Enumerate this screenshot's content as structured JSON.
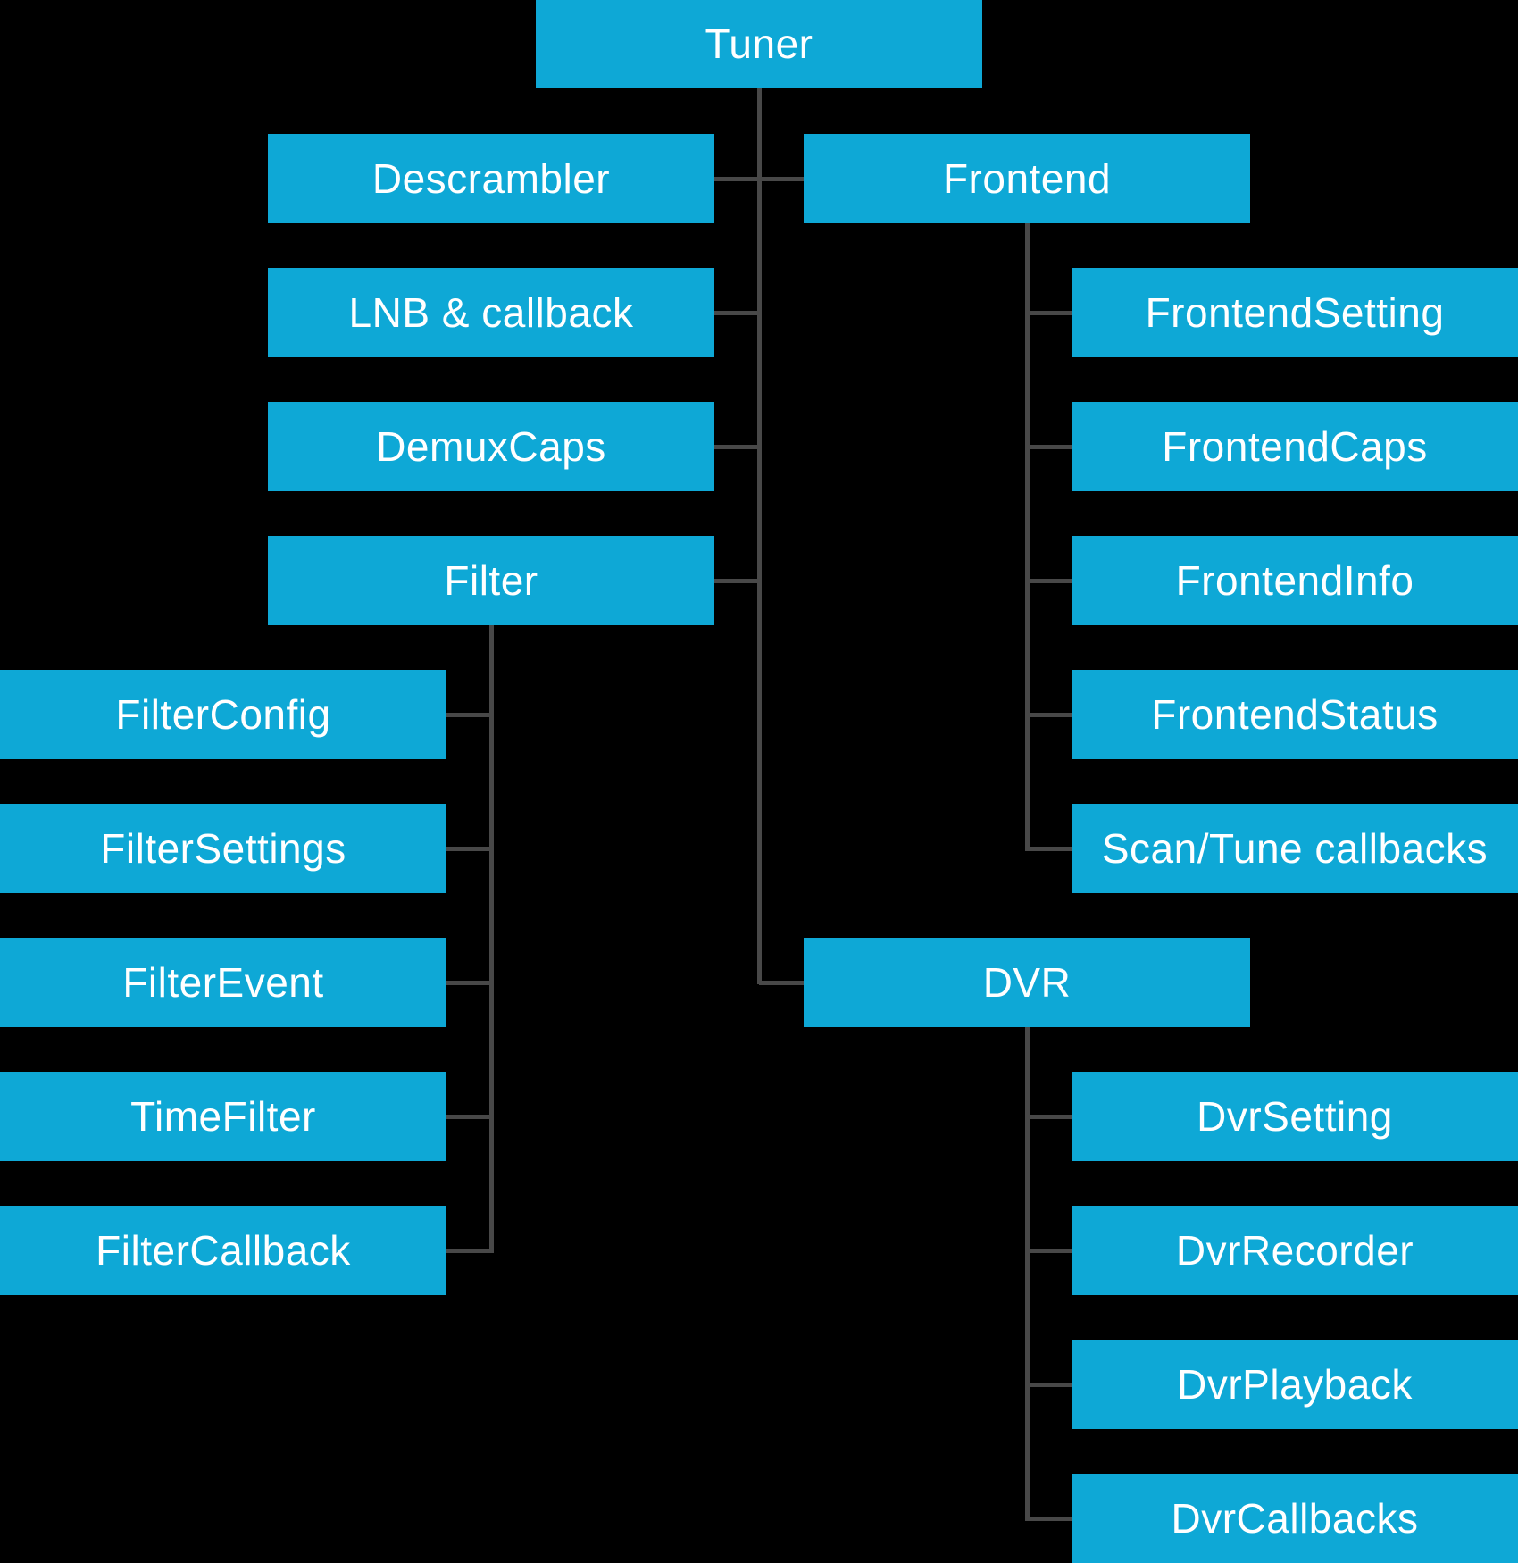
{
  "diagram": {
    "colors": {
      "background": "#000000",
      "box": "#0EA8D6",
      "line": "#484848",
      "text": "#FFFFFF"
    },
    "nodes": {
      "tuner": {
        "label": "Tuner"
      },
      "descrambler": {
        "label": "Descrambler"
      },
      "lnb_callback": {
        "label": "LNB & callback"
      },
      "demux_caps": {
        "label": "DemuxCaps"
      },
      "filter": {
        "label": "Filter"
      },
      "filter_config": {
        "label": "FilterConfig"
      },
      "filter_settings": {
        "label": "FilterSettings"
      },
      "filter_event": {
        "label": "FilterEvent"
      },
      "time_filter": {
        "label": "TimeFilter"
      },
      "filter_callback": {
        "label": "FilterCallback"
      },
      "frontend": {
        "label": "Frontend"
      },
      "frontend_setting": {
        "label": "FrontendSetting"
      },
      "frontend_caps": {
        "label": "FrontendCaps"
      },
      "frontend_info": {
        "label": "FrontendInfo"
      },
      "frontend_status": {
        "label": "FrontendStatus"
      },
      "scan_tune_callbacks": {
        "label": "Scan/Tune callbacks"
      },
      "dvr": {
        "label": "DVR"
      },
      "dvr_setting": {
        "label": "DvrSetting"
      },
      "dvr_recorder": {
        "label": "DvrRecorder"
      },
      "dvr_playback": {
        "label": "DvrPlayback"
      },
      "dvr_callbacks": {
        "label": "DvrCallbacks"
      }
    },
    "hierarchy": {
      "Tuner": [
        "Descrambler",
        "LNB & callback",
        "DemuxCaps",
        "Filter",
        "Frontend",
        "DVR"
      ],
      "Filter": [
        "FilterConfig",
        "FilterSettings",
        "FilterEvent",
        "TimeFilter",
        "FilterCallback"
      ],
      "Frontend": [
        "FrontendSetting",
        "FrontendCaps",
        "FrontendInfo",
        "FrontendStatus",
        "Scan/Tune callbacks"
      ],
      "DVR": [
        "DvrSetting",
        "DvrRecorder",
        "DvrPlayback",
        "DvrCallbacks"
      ]
    }
  }
}
